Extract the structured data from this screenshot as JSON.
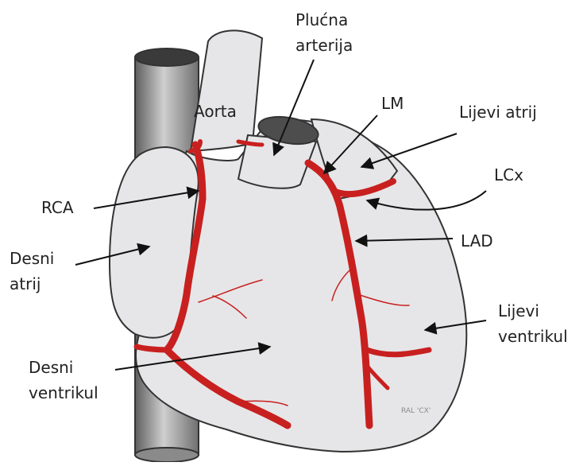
{
  "labels": {
    "plucna": "Plućna",
    "arterija": "arterija",
    "aorta": "Aorta",
    "lm": "LM",
    "lijevi_atrij": "Lijevi atrij",
    "lcx": "LCx",
    "rca": "RCA",
    "lad": "LAD",
    "desni": "Desni",
    "atrij": "atrij",
    "lijevi": "Lijevi",
    "ventrikul_left": "ventrikul",
    "desni_v": "Desni",
    "ventrikul_right": "ventrikul"
  },
  "signature": "RAL 'CX'",
  "colors": {
    "artery": "#c8201f",
    "heart_fill": "#e6e6e8",
    "outline": "#333333",
    "cylinder": "#9a9a9a"
  }
}
